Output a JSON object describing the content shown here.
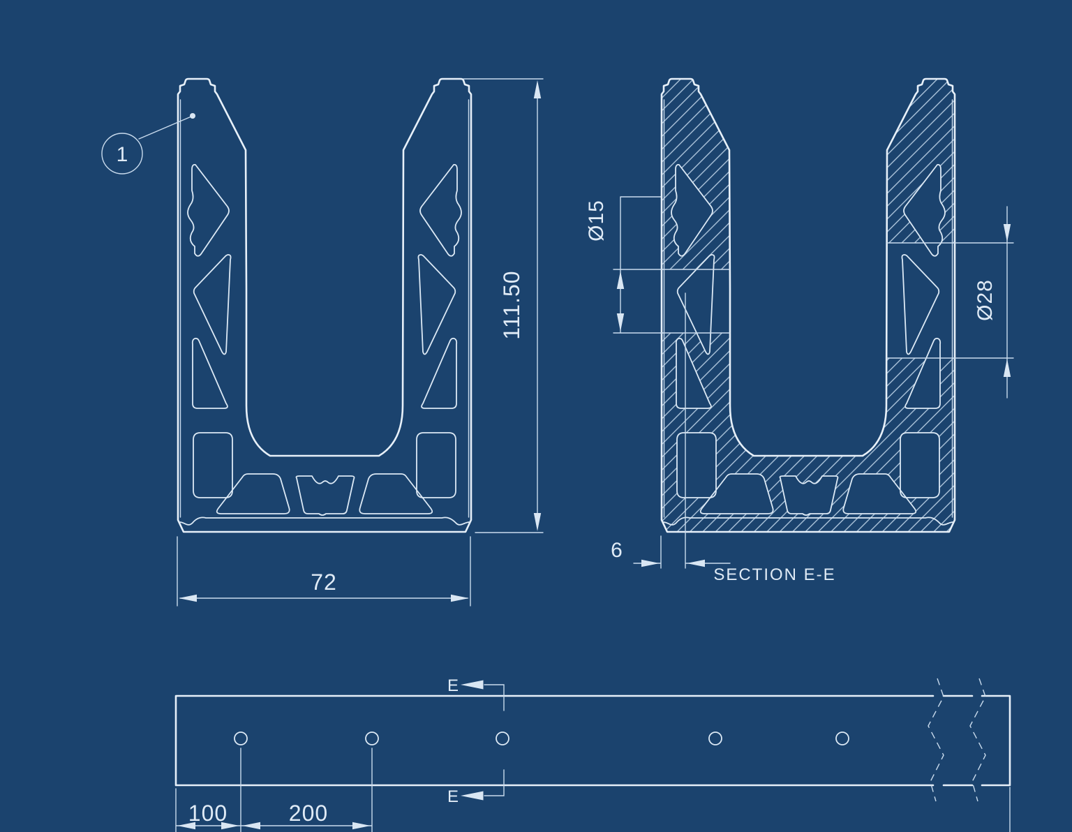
{
  "drawing": {
    "type": "technical-blueprint",
    "part": "glass-clamp-extrusion-profile",
    "colors": {
      "background": "#1b436e",
      "outline": "#e7f0f9",
      "dimension_lines": "#c9dbed",
      "hatch": "#b9cfe4",
      "text": "#e0ebf6"
    },
    "front_view": {
      "balloon_number": "1",
      "width_dim": "72",
      "height_dim": "111.50"
    },
    "section_view": {
      "title": "SECTION E-E",
      "diameter_upper": "Ø15",
      "diameter_lower": "Ø28",
      "wall_thickness_dim": "6"
    },
    "side_view": {
      "cut_label_top": "E",
      "cut_label_bottom": "E",
      "hole_spacing_first": "100",
      "hole_spacing_second": "200",
      "visible_hole_count": 5
    }
  }
}
